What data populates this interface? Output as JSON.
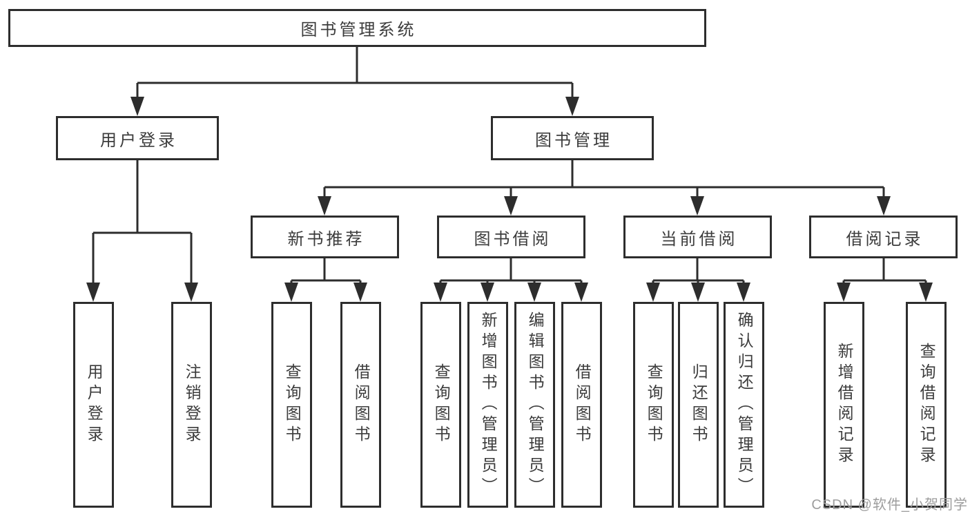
{
  "diagram": {
    "title": "图书管理系统",
    "watermark": "CSDN @软件_小贺同学",
    "colors": {
      "line": "#2d2d2d",
      "box_border": "#2d2d2d",
      "box_fill": "#ffffff",
      "text": "#3c3c3c",
      "watermark": "#9d9d9d",
      "background": "#ffffff"
    },
    "nodes": {
      "root": "图书管理系统",
      "user_login": "用户登录",
      "book_mgmt": "图书管理",
      "new_book_rec": "新书推荐",
      "book_borrow": "图书借阅",
      "current_borrow": "当前借阅",
      "borrow_records": "借阅记录",
      "ul_leaf_login": "用户登录",
      "ul_leaf_logout": "注销登录",
      "nb_leaf_query": "查询图书",
      "nb_leaf_borrow": "借阅图书",
      "bb_leaf_query": "查询图书",
      "bb_leaf_add": "新增图书（管理员）",
      "bb_leaf_edit": "编辑图书（管理员）",
      "bb_leaf_borrow": "借阅图书",
      "cb_leaf_query": "查询图书",
      "cb_leaf_return": "归还图书",
      "cb_leaf_confirm": "确认归还（管理员）",
      "br_leaf_add": "新增借阅记录",
      "br_leaf_query": "查询借阅记录"
    }
  }
}
